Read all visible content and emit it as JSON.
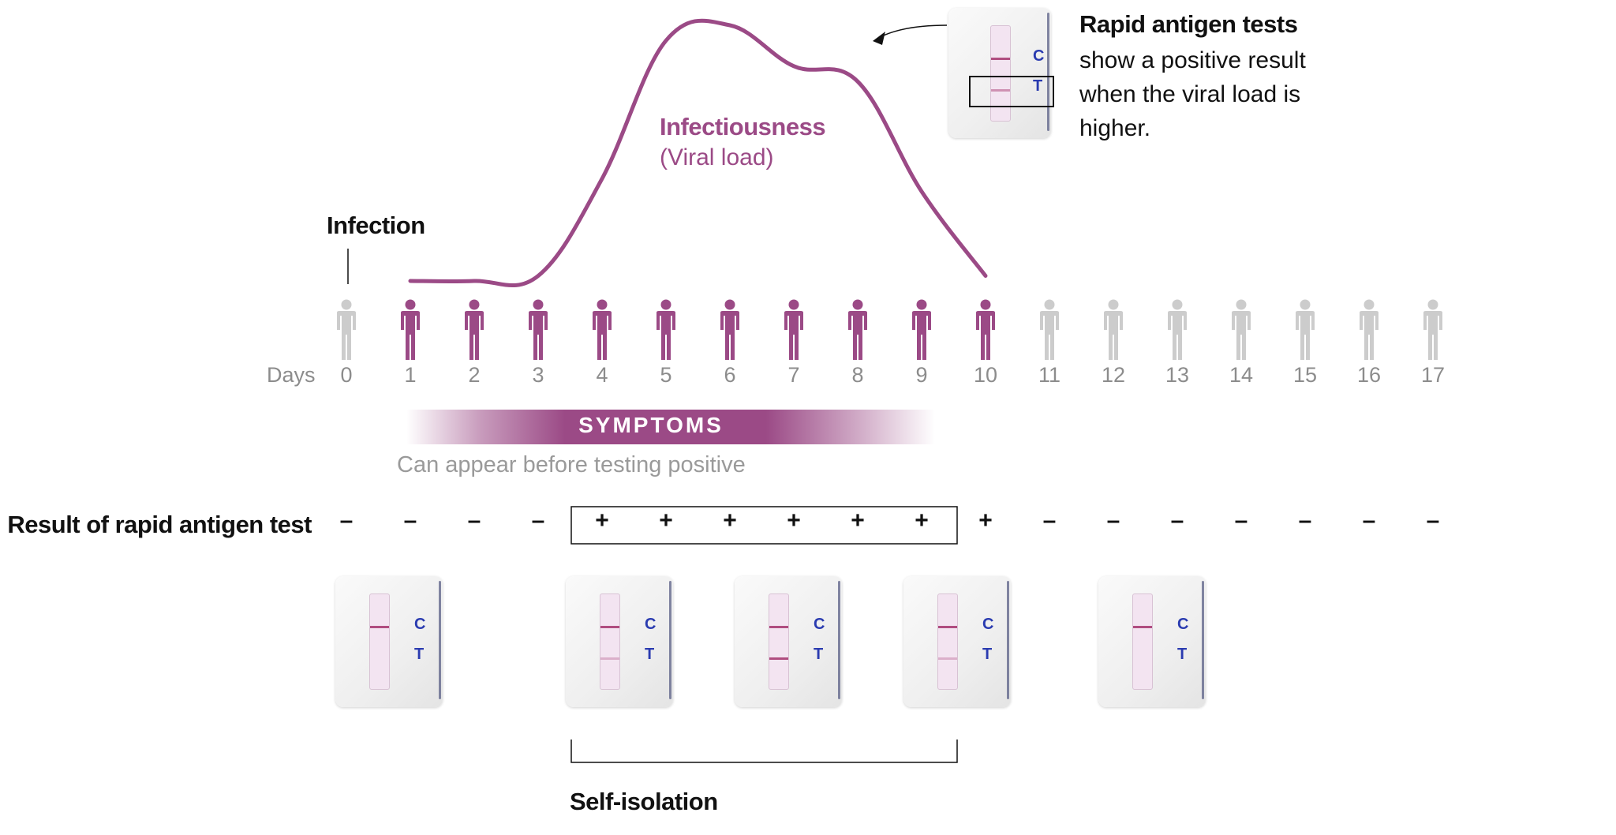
{
  "labels": {
    "infection": "Infection",
    "infectiousness_title": "Infectiousness",
    "infectiousness_sub": "(Viral load)",
    "note_title": "Rapid antigen tests",
    "note_body": "show a positive result when the viral load is higher.",
    "days": "Days",
    "symptoms": "SYMPTOMS",
    "symptoms_note": "Can appear before testing positive",
    "result_label": "Result of rapid antigen test",
    "self_isolation": "Self-isolation"
  },
  "days": [
    "0",
    "1",
    "2",
    "3",
    "4",
    "5",
    "6",
    "7",
    "8",
    "9",
    "10",
    "11",
    "12",
    "13",
    "14",
    "15",
    "16",
    "17"
  ],
  "infectious_days": [
    1,
    2,
    3,
    4,
    5,
    6,
    7,
    8,
    9,
    10
  ],
  "results": [
    "–",
    "–",
    "–",
    "–",
    "+",
    "+",
    "+",
    "+",
    "+",
    "+",
    "+",
    "–",
    "–",
    "–",
    "–",
    "–",
    "–",
    "–"
  ],
  "positive_box_days": [
    4,
    9
  ],
  "self_isolation_days": [
    4,
    9
  ],
  "viral_load_curve": {
    "days": [
      1,
      2,
      3,
      4,
      5,
      6,
      7,
      8,
      9,
      10
    ],
    "relative_level": [
      0,
      0,
      0.02,
      0.4,
      0.94,
      1.0,
      0.84,
      0.78,
      0.35,
      0.02
    ]
  },
  "test_cards": [
    {
      "c_label": "C",
      "t_label": "T",
      "t_line": "none"
    },
    {
      "c_label": "C",
      "t_label": "T",
      "t_line": "faint"
    },
    {
      "c_label": "C",
      "t_label": "T",
      "t_line": "strong"
    },
    {
      "c_label": "C",
      "t_label": "T",
      "t_line": "faint"
    },
    {
      "c_label": "C",
      "t_label": "T",
      "t_line": "none"
    }
  ],
  "callout_card": {
    "c_label": "C",
    "t_label": "T",
    "t_line": "mid"
  },
  "colors": {
    "accent": "#9b4a86",
    "person_inactive": "#cccccc",
    "test_label_blue": "#2a3bb0"
  }
}
